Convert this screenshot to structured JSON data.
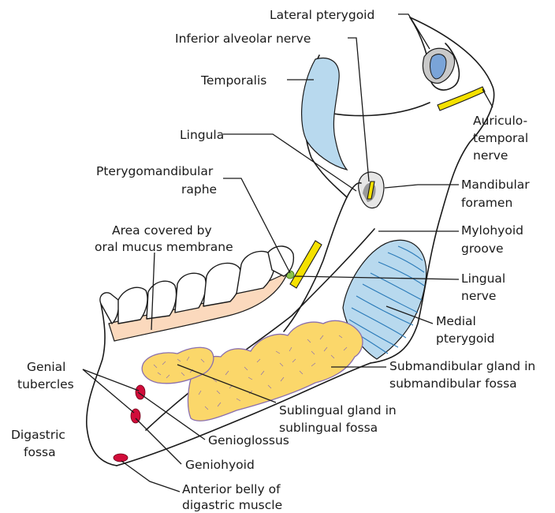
{
  "labels": {
    "lateral_pterygoid": "Lateral pterygoid",
    "inferior_alveolar_nerve": "Inferior alveolar nerve",
    "temporalis": "Temporalis",
    "auriculotemporal_nerve_1": "Auriculo-",
    "auriculotemporal_nerve_2": "temporal",
    "auriculotemporal_nerve_3": "nerve",
    "lingula": "Lingula",
    "pterygomandibular_raphe_1": "Pterygomandibular",
    "pterygomandibular_raphe_2": "raphe",
    "mandibular_foramen_1": "Mandibular",
    "mandibular_foramen_2": "foramen",
    "area_oral_mucus_1": "Area covered by",
    "area_oral_mucus_2": "oral mucus membrane",
    "mylohyoid_groove_1": "Mylohyoid",
    "mylohyoid_groove_2": "groove",
    "lingual_nerve_1": "Lingual",
    "lingual_nerve_2": "nerve",
    "medial_pterygoid_1": "Medial",
    "medial_pterygoid_2": "pterygoid",
    "genial_tubercles_1": "Genial",
    "genial_tubercles_2": "tubercles",
    "submandibular_gland_1": "Submandibular gland in",
    "submandibular_gland_2": "submandibular fossa",
    "sublingual_gland_1": "Sublingual gland in",
    "sublingual_gland_2": "sublingual fossa",
    "digastric_fossa_1": "Digastric",
    "digastric_fossa_2": "fossa",
    "genioglossus": "Genioglossus",
    "geniohyoid": "Geniohyoid",
    "anterior_belly_1": "Anterior belly of",
    "anterior_belly_2": "digastric muscle"
  },
  "colors": {
    "muscle_blue": "#b8d9ee",
    "gland_yellow": "#fbd76a",
    "nerve_yellow": "#f5e100",
    "mucosa_peach": "#fbd9bd",
    "attachment_red": "#d10c3a"
  }
}
